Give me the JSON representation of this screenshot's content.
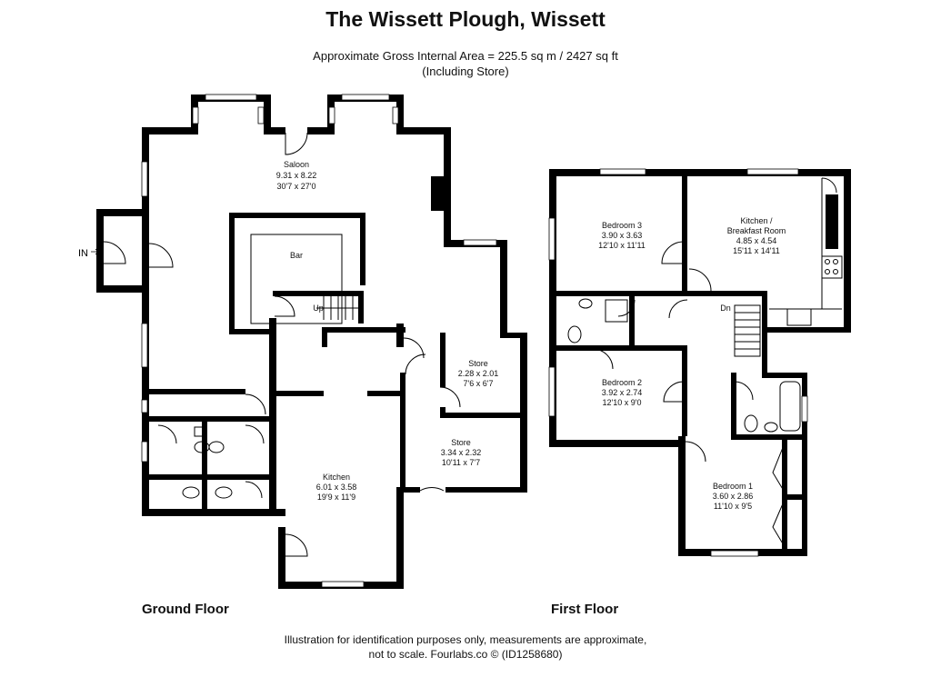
{
  "header": {
    "title": "The Wissett Plough, Wissett",
    "area_line": "Approximate Gross Internal Area = 225.5 sq m / 2427 sq ft",
    "area_note": "(Including Store)"
  },
  "floors": {
    "ground": "Ground Floor",
    "first": "First Floor"
  },
  "entrance_label": "IN",
  "rooms": {
    "saloon": {
      "name": "Saloon",
      "metric": "9.31 x 8.22",
      "imperial": "30'7 x 27'0"
    },
    "bar": {
      "name": "Bar"
    },
    "up": {
      "name": "Up"
    },
    "store1": {
      "name": "Store",
      "metric": "2.28 x 2.01",
      "imperial": "7'6 x 6'7"
    },
    "store2": {
      "name": "Store",
      "metric": "3.34 x 2.32",
      "imperial": "10'11 x 7'7"
    },
    "kitchen_ground": {
      "name": "Kitchen",
      "metric": "6.01 x 3.58",
      "imperial": "19'9 x 11'9"
    },
    "bedroom3": {
      "name": "Bedroom 3",
      "metric": "3.90 x 3.63",
      "imperial": "12'10 x 11'11"
    },
    "kitchen_breakfast": {
      "name": "Kitchen /",
      "name2": "Breakfast Room",
      "metric": "4.85 x 4.54",
      "imperial": "15'11 x 14'11"
    },
    "dn": {
      "name": "Dn"
    },
    "bedroom2": {
      "name": "Bedroom 2",
      "metric": "3.92 x 2.74",
      "imperial": "12'10 x 9'0"
    },
    "bedroom1": {
      "name": "Bedroom 1",
      "metric": "3.60 x 2.86",
      "imperial": "11'10 x 9'5"
    }
  },
  "footer": {
    "line1": "Illustration for identification purposes only, measurements are approximate,",
    "line2": "not to scale. Fourlabs.co © (ID1258680)"
  }
}
